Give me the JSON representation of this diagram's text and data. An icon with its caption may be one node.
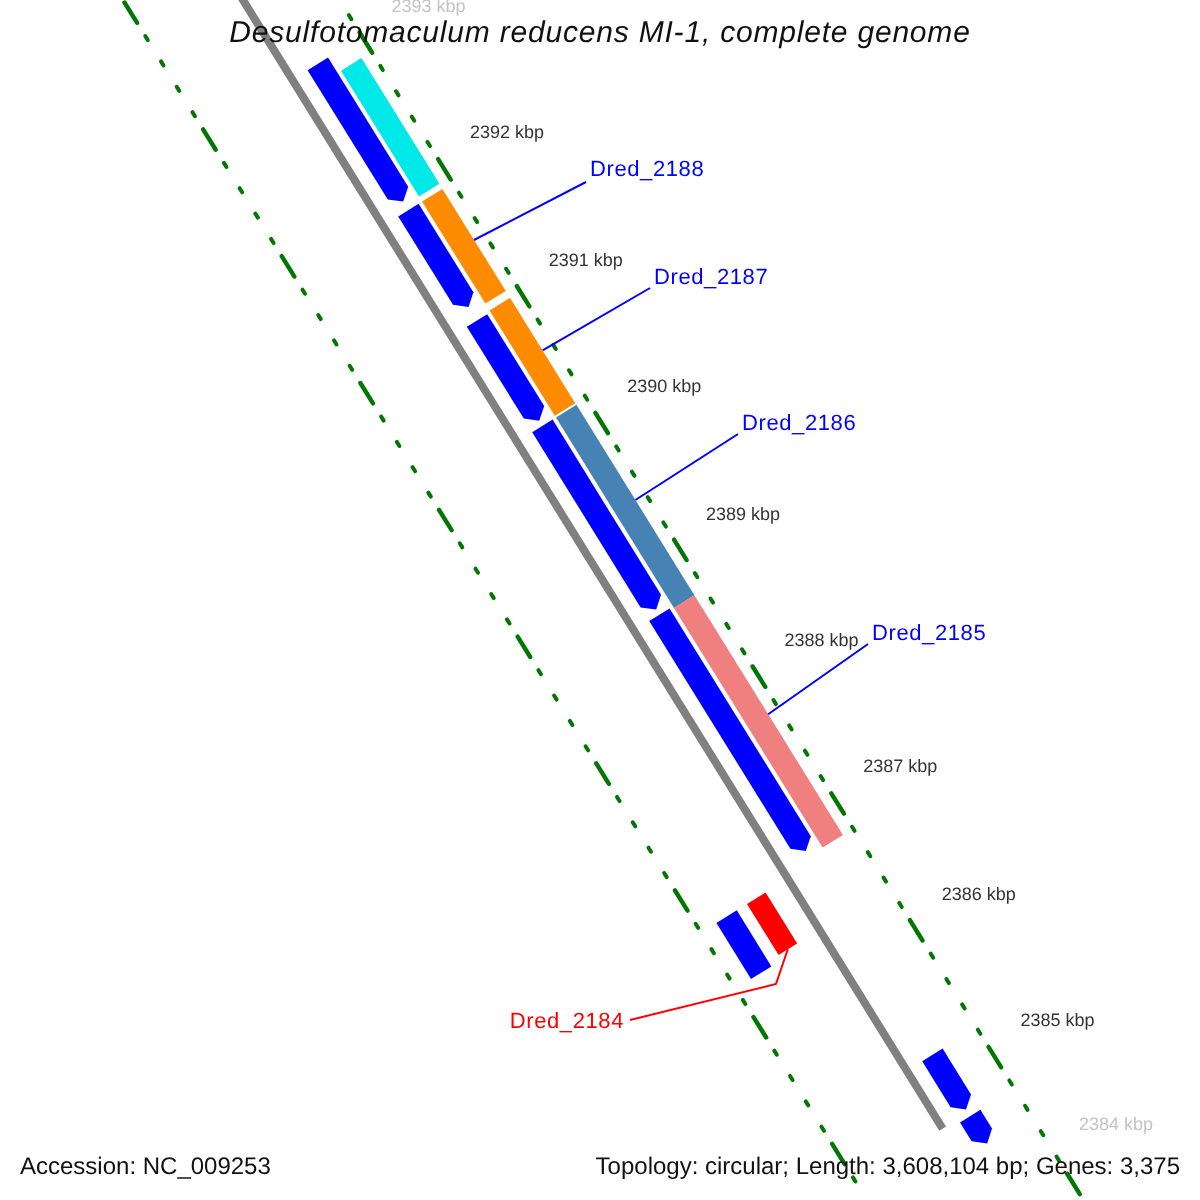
{
  "diagram": {
    "title": "Desulfotomaculum reducens MI-1, complete genome",
    "nodes": [
      {
        "text": [
          "Dred_2188"
        ]
      },
      {
        "text": [],
        "shape": "bar"
      },
      {
        "text": [
          "Dred_2187"
        ]
      },
      {
        "text": [],
        "shape": "bar"
      },
      {
        "text": [
          "Dred_2186"
        ]
      },
      {
        "text": [],
        "shape": "bar"
      },
      {
        "text": [
          "Dred_2185"
        ]
      },
      {
        "text": [],
        "shape": "bar"
      },
      {
        "text": [
          "Dred_2184"
        ]
      },
      {
        "text": [],
        "shape": "bar"
      },
      {
        "text": [],
        "shape": "bar"
      },
      {
        "text": [],
        "shape": "bar"
      },
      {
        "text": [],
        "shape": "bar"
      },
      {
        "text": [],
        "shape": "bar"
      },
      {
        "text": [],
        "shape": "bar"
      },
      {
        "text": [],
        "shape": "bar"
      },
      {
        "text": [],
        "shape": "bar"
      },
      {
        "text": [],
        "shape": "bar"
      },
      {
        "text": [],
        "shape": "bar"
      }
    ],
    "edges": [
      {
        "from": 0,
        "to": 1,
        "arrow": "none"
      },
      {
        "from": 2,
        "to": 3,
        "arrow": "none"
      },
      {
        "from": 4,
        "to": 5,
        "arrow": "none"
      },
      {
        "from": 6,
        "to": 7,
        "arrow": "none"
      },
      {
        "from": 8,
        "to": 9,
        "arrow": "none",
        "color": "#ff0000"
      }
    ],
    "labels": [
      "2393 kbp",
      "2392 kbp",
      "2391 kbp",
      "2390 kbp",
      "2389 kbp",
      "2388 kbp",
      "2387 kbp",
      "2386 kbp",
      "2385 kbp",
      "2384 kbp",
      "Accession: NC_009253",
      "Topology: circular; Length: 3,608,104 bp; Genes: 3,375"
    ]
  }
}
